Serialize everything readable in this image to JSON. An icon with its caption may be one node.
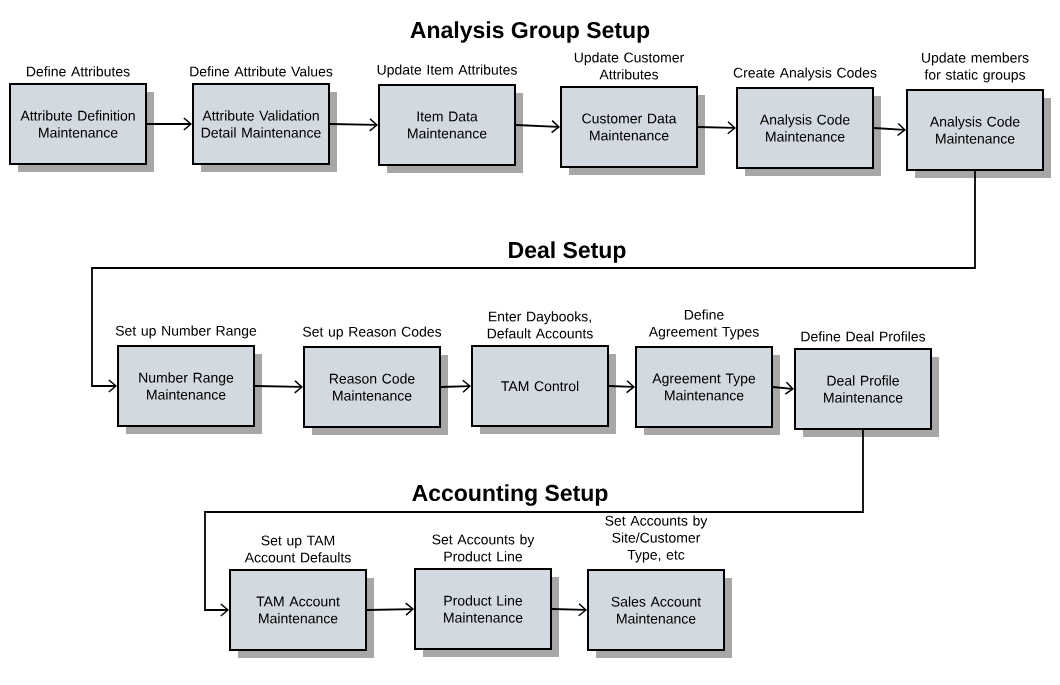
{
  "diagram": {
    "title": "Analysis Group Setup",
    "nodes": [
      {
        "text": [
          "Attribute Definition Maintenance"
        ],
        "beside": [
          "Define Attributes"
        ]
      },
      {
        "text": [
          "Attribute Validation Detail Maintenance"
        ],
        "beside": [
          "Define Attribute Values"
        ]
      },
      {
        "text": [
          "Item Data Maintenance"
        ],
        "beside": [
          "Update Item Attributes"
        ]
      },
      {
        "text": [
          "Customer Data Maintenance"
        ],
        "beside": [
          "Update Customer Attributes"
        ]
      },
      {
        "text": [
          "Analysis Code Maintenance"
        ],
        "beside": [
          "Create Analysis Codes"
        ]
      },
      {
        "text": [
          "Analysis Code Maintenance"
        ],
        "beside": [
          "Update members for static groups"
        ]
      },
      {
        "text": [
          "Number Range Maintenance"
        ],
        "beside": [
          "Set up Number Range"
        ]
      },
      {
        "text": [
          "Reason Code Maintenance"
        ],
        "beside": [
          "Set up Reason Codes"
        ]
      },
      {
        "text": [
          "TAM Control"
        ],
        "beside": [
          "Enter Daybooks, Default Accounts"
        ]
      },
      {
        "text": [
          "Agreement Type Maintenance"
        ],
        "beside": [
          "Define Agreement Types"
        ]
      },
      {
        "text": [
          "Deal Profile Maintenance"
        ],
        "beside": [
          "Define Deal Profiles"
        ]
      },
      {
        "text": [
          "TAM Account Maintenance"
        ],
        "beside": [
          "Set up TAM Account Defaults"
        ]
      },
      {
        "text": [
          "Product Line Maintenance"
        ],
        "beside": [
          "Set Accounts by Product Line"
        ]
      },
      {
        "text": [
          "Sales Account Maintenance"
        ],
        "beside": [
          "Set Accounts by Site/Customer Type, etc"
        ]
      }
    ],
    "edges": [
      {
        "from": 0,
        "to": 1,
        "arrow": "to"
      },
      {
        "from": 1,
        "to": 2,
        "arrow": "to"
      },
      {
        "from": 2,
        "to": 3,
        "arrow": "to"
      },
      {
        "from": 3,
        "to": 4,
        "arrow": "to"
      },
      {
        "from": 4,
        "to": 5,
        "arrow": "to"
      },
      {
        "from": 5,
        "to": 6,
        "arrow": "to"
      },
      {
        "from": 6,
        "to": 7,
        "arrow": "to"
      },
      {
        "from": 7,
        "to": 8,
        "arrow": "to"
      },
      {
        "from": 8,
        "to": 9,
        "arrow": "to"
      },
      {
        "from": 9,
        "to": 10,
        "arrow": "to"
      },
      {
        "from": 10,
        "to": 11,
        "arrow": "to"
      },
      {
        "from": 11,
        "to": 12,
        "arrow": "to"
      },
      {
        "from": 12,
        "to": 13,
        "arrow": "to"
      }
    ],
    "labels": [
      "Deal Setup",
      "Accounting Setup"
    ]
  }
}
